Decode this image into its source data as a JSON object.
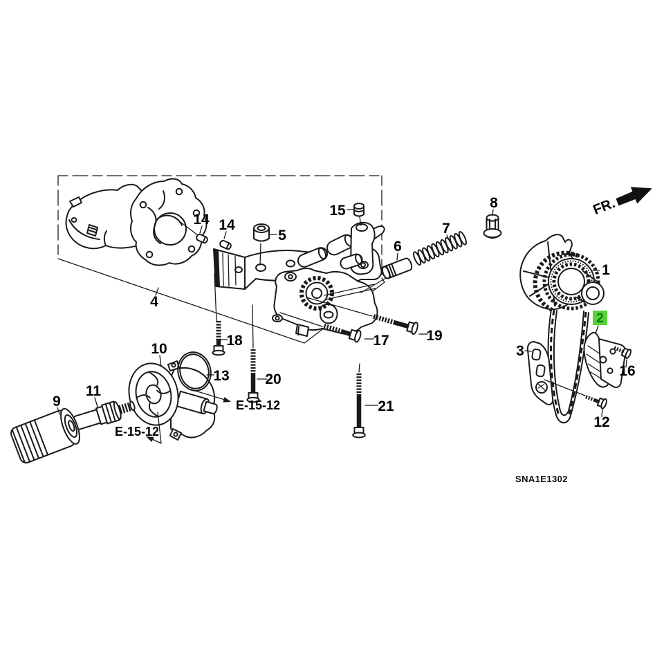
{
  "figure": {
    "type": "exploded-parts-diagram",
    "diagram_code": "SNA1E1302",
    "direction_indicator": "FR.",
    "reference_code": "E-15-12",
    "highlighted_callout": "2",
    "colors": {
      "line": "#1a1a1a",
      "background": "#ffffff",
      "highlight_bg": "#5ad13b",
      "highlight_fg": "#0b7c0b"
    },
    "callouts": {
      "c1": "1",
      "c2": "2",
      "c3": "3",
      "c4": "4",
      "c5": "5",
      "c6": "6",
      "c7": "7",
      "c8": "8",
      "c9": "9",
      "c10": "10",
      "c11": "11",
      "c12": "12",
      "c13": "13",
      "c14": "14",
      "c15": "15",
      "c16": "16",
      "c17": "17",
      "c18": "18",
      "c19": "19",
      "c20": "20",
      "c21": "21"
    }
  }
}
